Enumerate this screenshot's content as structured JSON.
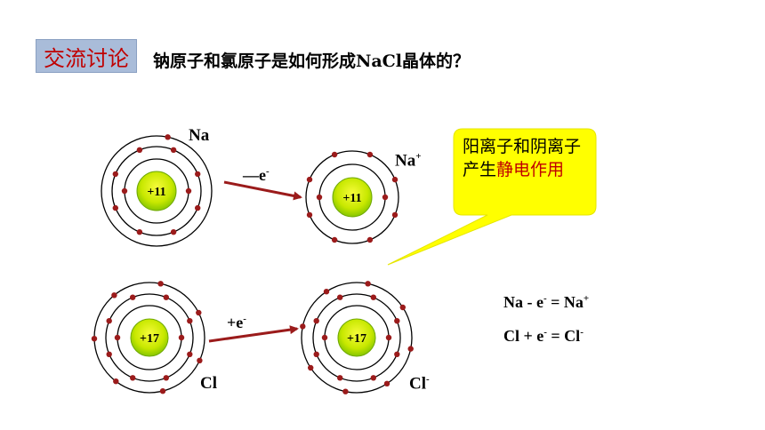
{
  "header": {
    "tag_label": "交流讨论",
    "question": "钠原子和氯原子是如何形成NaCl晶体的？"
  },
  "atoms": {
    "na": {
      "symbol": "Na",
      "charge": "",
      "nucleus": "+11",
      "shells": [
        2,
        8,
        1
      ]
    },
    "na_ion": {
      "symbol": "Na",
      "charge": "+",
      "nucleus": "+11",
      "shells": [
        2,
        8
      ]
    },
    "cl": {
      "symbol": "Cl",
      "charge": "",
      "nucleus": "+17",
      "shells": [
        2,
        8,
        7
      ]
    },
    "cl_ion": {
      "symbol": "Cl",
      "charge": "-",
      "nucleus": "+17",
      "shells": [
        2,
        8,
        8
      ]
    }
  },
  "arrows": {
    "lose_label": "—e",
    "lose_sup": "-",
    "gain_label": "+e",
    "gain_sup": "-"
  },
  "bubble": {
    "text_plain": "阳离子和阴离子产生",
    "text_highlight": "静电作用",
    "fill_color": "#ffff00",
    "highlight_color": "#c00000"
  },
  "equations": {
    "eq1": {
      "a": "Na - e",
      "a_sup": "-",
      "b": " = Na",
      "b_sup": "+"
    },
    "eq2": {
      "a": "Cl + e",
      "a_sup": "-",
      "b": " = Cl",
      "b_sup": "-"
    }
  },
  "colors": {
    "electron": "#9b1b1b",
    "arrow": "#9b1b1b",
    "nucleus_outer": "#8fd400",
    "nucleus_inner": "#eef500",
    "tag_bg": "#a9bcd9",
    "tag_text": "#c00000"
  }
}
